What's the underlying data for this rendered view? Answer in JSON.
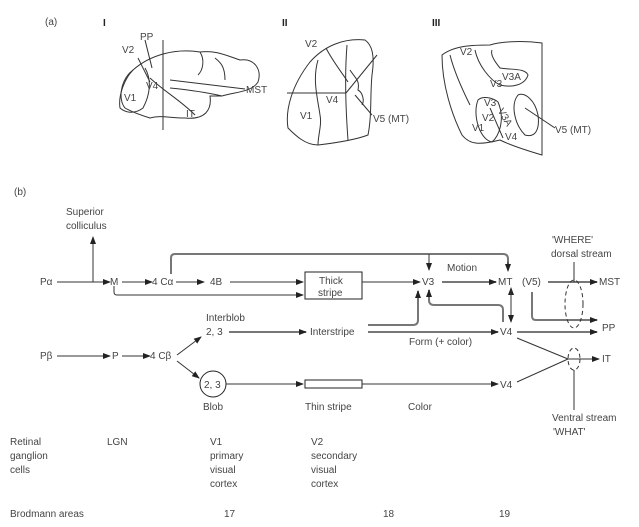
{
  "panel_a": {
    "label": "(a)",
    "views": [
      {
        "numeral": "I",
        "labels": {
          "pp": "PP",
          "v2": "V2",
          "v4": "V4",
          "v1": "V1",
          "it": "IT",
          "mst": "MST"
        }
      },
      {
        "numeral": "II",
        "labels": {
          "v2": "V2",
          "v4": "V4",
          "v1": "V1",
          "v5": "V5 (MT)"
        }
      },
      {
        "numeral": "III",
        "labels": {
          "v2": "V2",
          "v3a": "V3A",
          "v3": "V3",
          "v3b": "V3",
          "v2b": "V2",
          "v3ab": "V3A",
          "v1": "V1",
          "v4": "V4",
          "v5": "V5 (MT)"
        }
      }
    ]
  },
  "panel_b": {
    "label": "(b)",
    "superior_colliculus": [
      "Superior",
      "colliculus"
    ],
    "nodes": {
      "p_alpha": "Pα",
      "m": "M",
      "c4_alpha": "4 Cα",
      "b4": "4B",
      "thick_stripe": [
        "Thick",
        "stripe"
      ],
      "v3": "V3",
      "motion": "Motion",
      "mt": "MT",
      "v5": "(V5)",
      "mst": "MST",
      "where": [
        "'WHERE'",
        "dorsal stream"
      ],
      "interblob": [
        "Interblob",
        "2, 3"
      ],
      "interstripe": "Interstripe",
      "form": "Form (+ color)",
      "v4_upper": "V4",
      "pp": "PP",
      "p_beta": "Pβ",
      "p": "P",
      "c4_beta": "4 Cβ",
      "blob_num": "2, 3",
      "blob": "Blob",
      "thin_stripe": "Thin stripe",
      "color": "Color",
      "v4_lower": "V4",
      "it": "IT",
      "ventral": [
        "Ventral stream",
        "'WHAT'"
      ]
    },
    "columns": {
      "retinal": [
        "Retinal",
        "ganglion",
        "cells"
      ],
      "lgn": "LGN",
      "v1": [
        "V1",
        "primary",
        "visual",
        "cortex"
      ],
      "v2": [
        "V2",
        "secondary",
        "visual",
        "cortex"
      ]
    },
    "brodmann": {
      "label": "Brodmann areas",
      "areas": [
        "17",
        "18",
        "19"
      ]
    }
  }
}
